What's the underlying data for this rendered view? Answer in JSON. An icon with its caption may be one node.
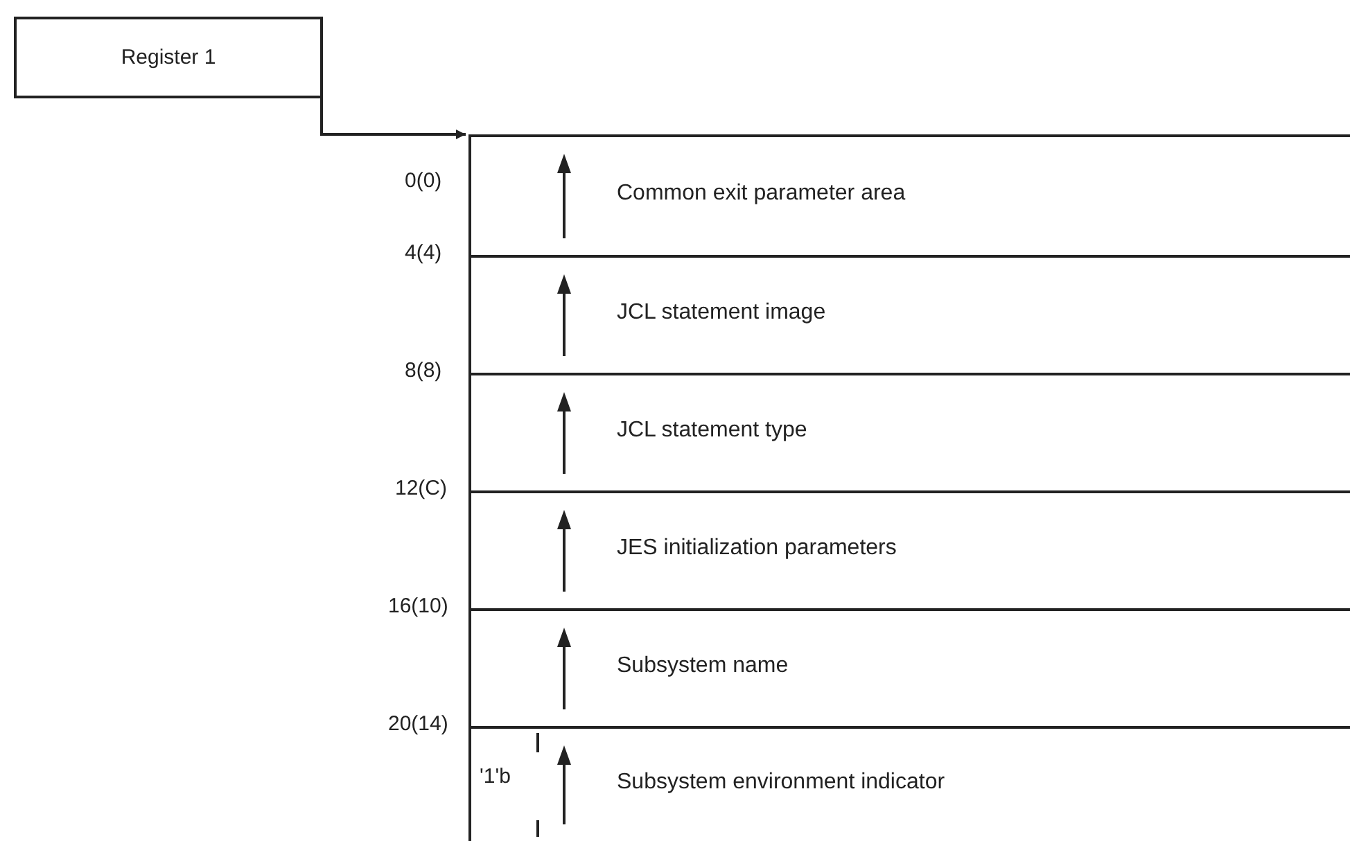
{
  "diagram": {
    "nodes": [
      {
        "text": [
          "Register 1"
        ]
      },
      {
        "text": [
          "Common exit parameter area"
        ]
      },
      {
        "text": [
          "JCL statement image"
        ]
      },
      {
        "text": [
          "JCL statement type"
        ]
      },
      {
        "text": [
          "JES initialization parameters"
        ]
      },
      {
        "text": [
          "Subsystem name"
        ]
      },
      {
        "text": [
          "Subsystem environment indicator"
        ]
      }
    ],
    "edges": [
      {
        "from": 0,
        "to": 1,
        "arrow": "to"
      }
    ],
    "labels": [
      "0(0)",
      "4(4)",
      "8(8)",
      "12(C)",
      "16(10)",
      "20(14)",
      "'1'b"
    ]
  }
}
